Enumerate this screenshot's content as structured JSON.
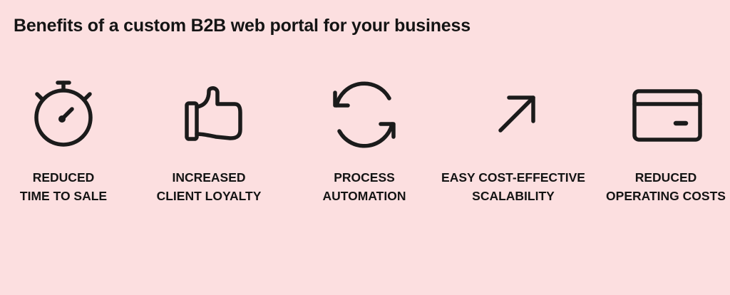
{
  "title": "Benefits of a custom B2B web portal for your business",
  "colors": {
    "background": "#fcdfe0",
    "ink": "#1b1b1b"
  },
  "benefits": [
    {
      "icon": "stopwatch-icon",
      "line1": "REDUCED",
      "line2": "TIME TO SALE"
    },
    {
      "icon": "thumbs-up-icon",
      "line1": "INCREASED",
      "line2": "CLIENT LOYALTY"
    },
    {
      "icon": "refresh-cycle-icon",
      "line1": "PROCESS",
      "line2": "AUTOMATION"
    },
    {
      "icon": "arrow-up-right-icon",
      "line1": "EASY COST-EFFECTIVE",
      "line2": "SCALABILITY"
    },
    {
      "icon": "credit-card-icon",
      "line1": "REDUCED",
      "line2": "OPERATING COSTS"
    }
  ]
}
